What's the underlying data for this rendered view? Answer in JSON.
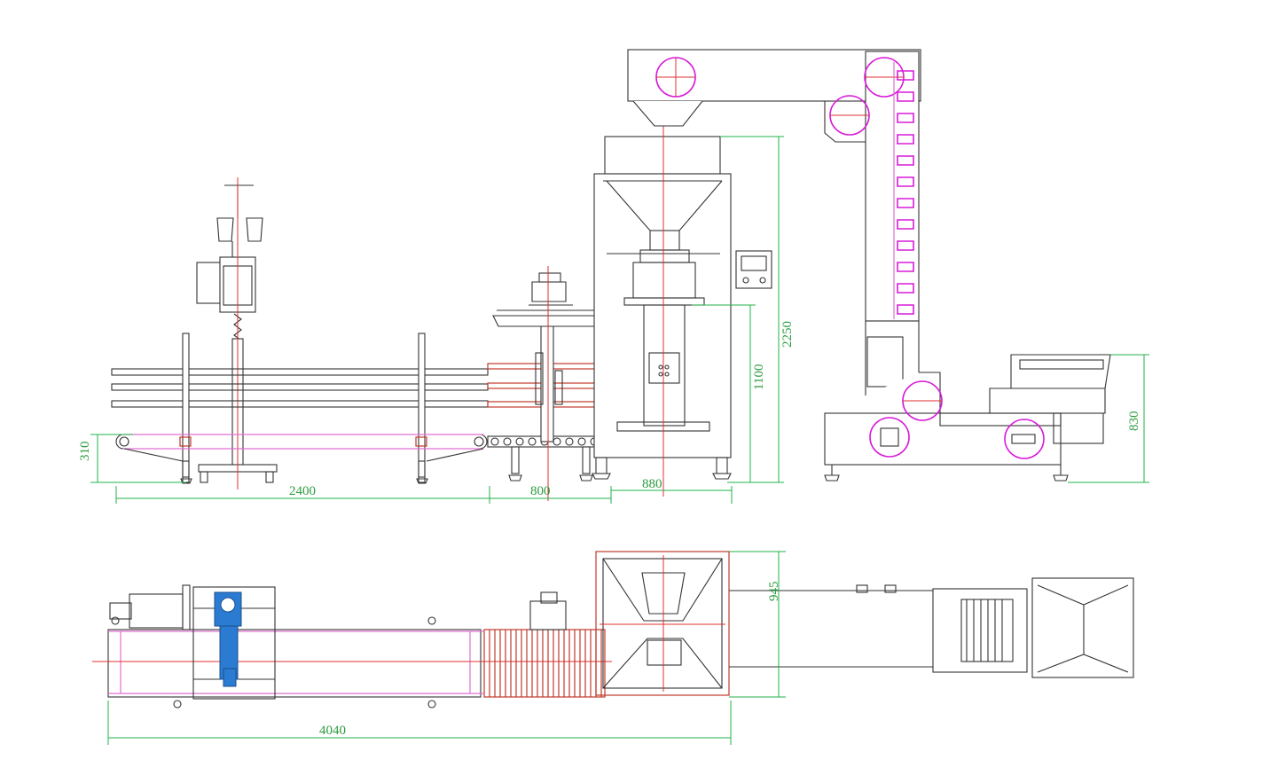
{
  "dimensions": {
    "side_conveyor_height": "310",
    "side_conveyor_length": "2400",
    "side_roller_length": "800",
    "side_packer_width": "880",
    "packer_height_lower": "1100",
    "packer_height_total": "2250",
    "feeder_height": "830",
    "top_packer_depth": "945",
    "top_total_length": "4040"
  },
  "colors": {
    "dimension": "#22b04a",
    "centerline": "#e03030",
    "wheel": "#d81bd8",
    "motor": "#2a7bd1"
  }
}
